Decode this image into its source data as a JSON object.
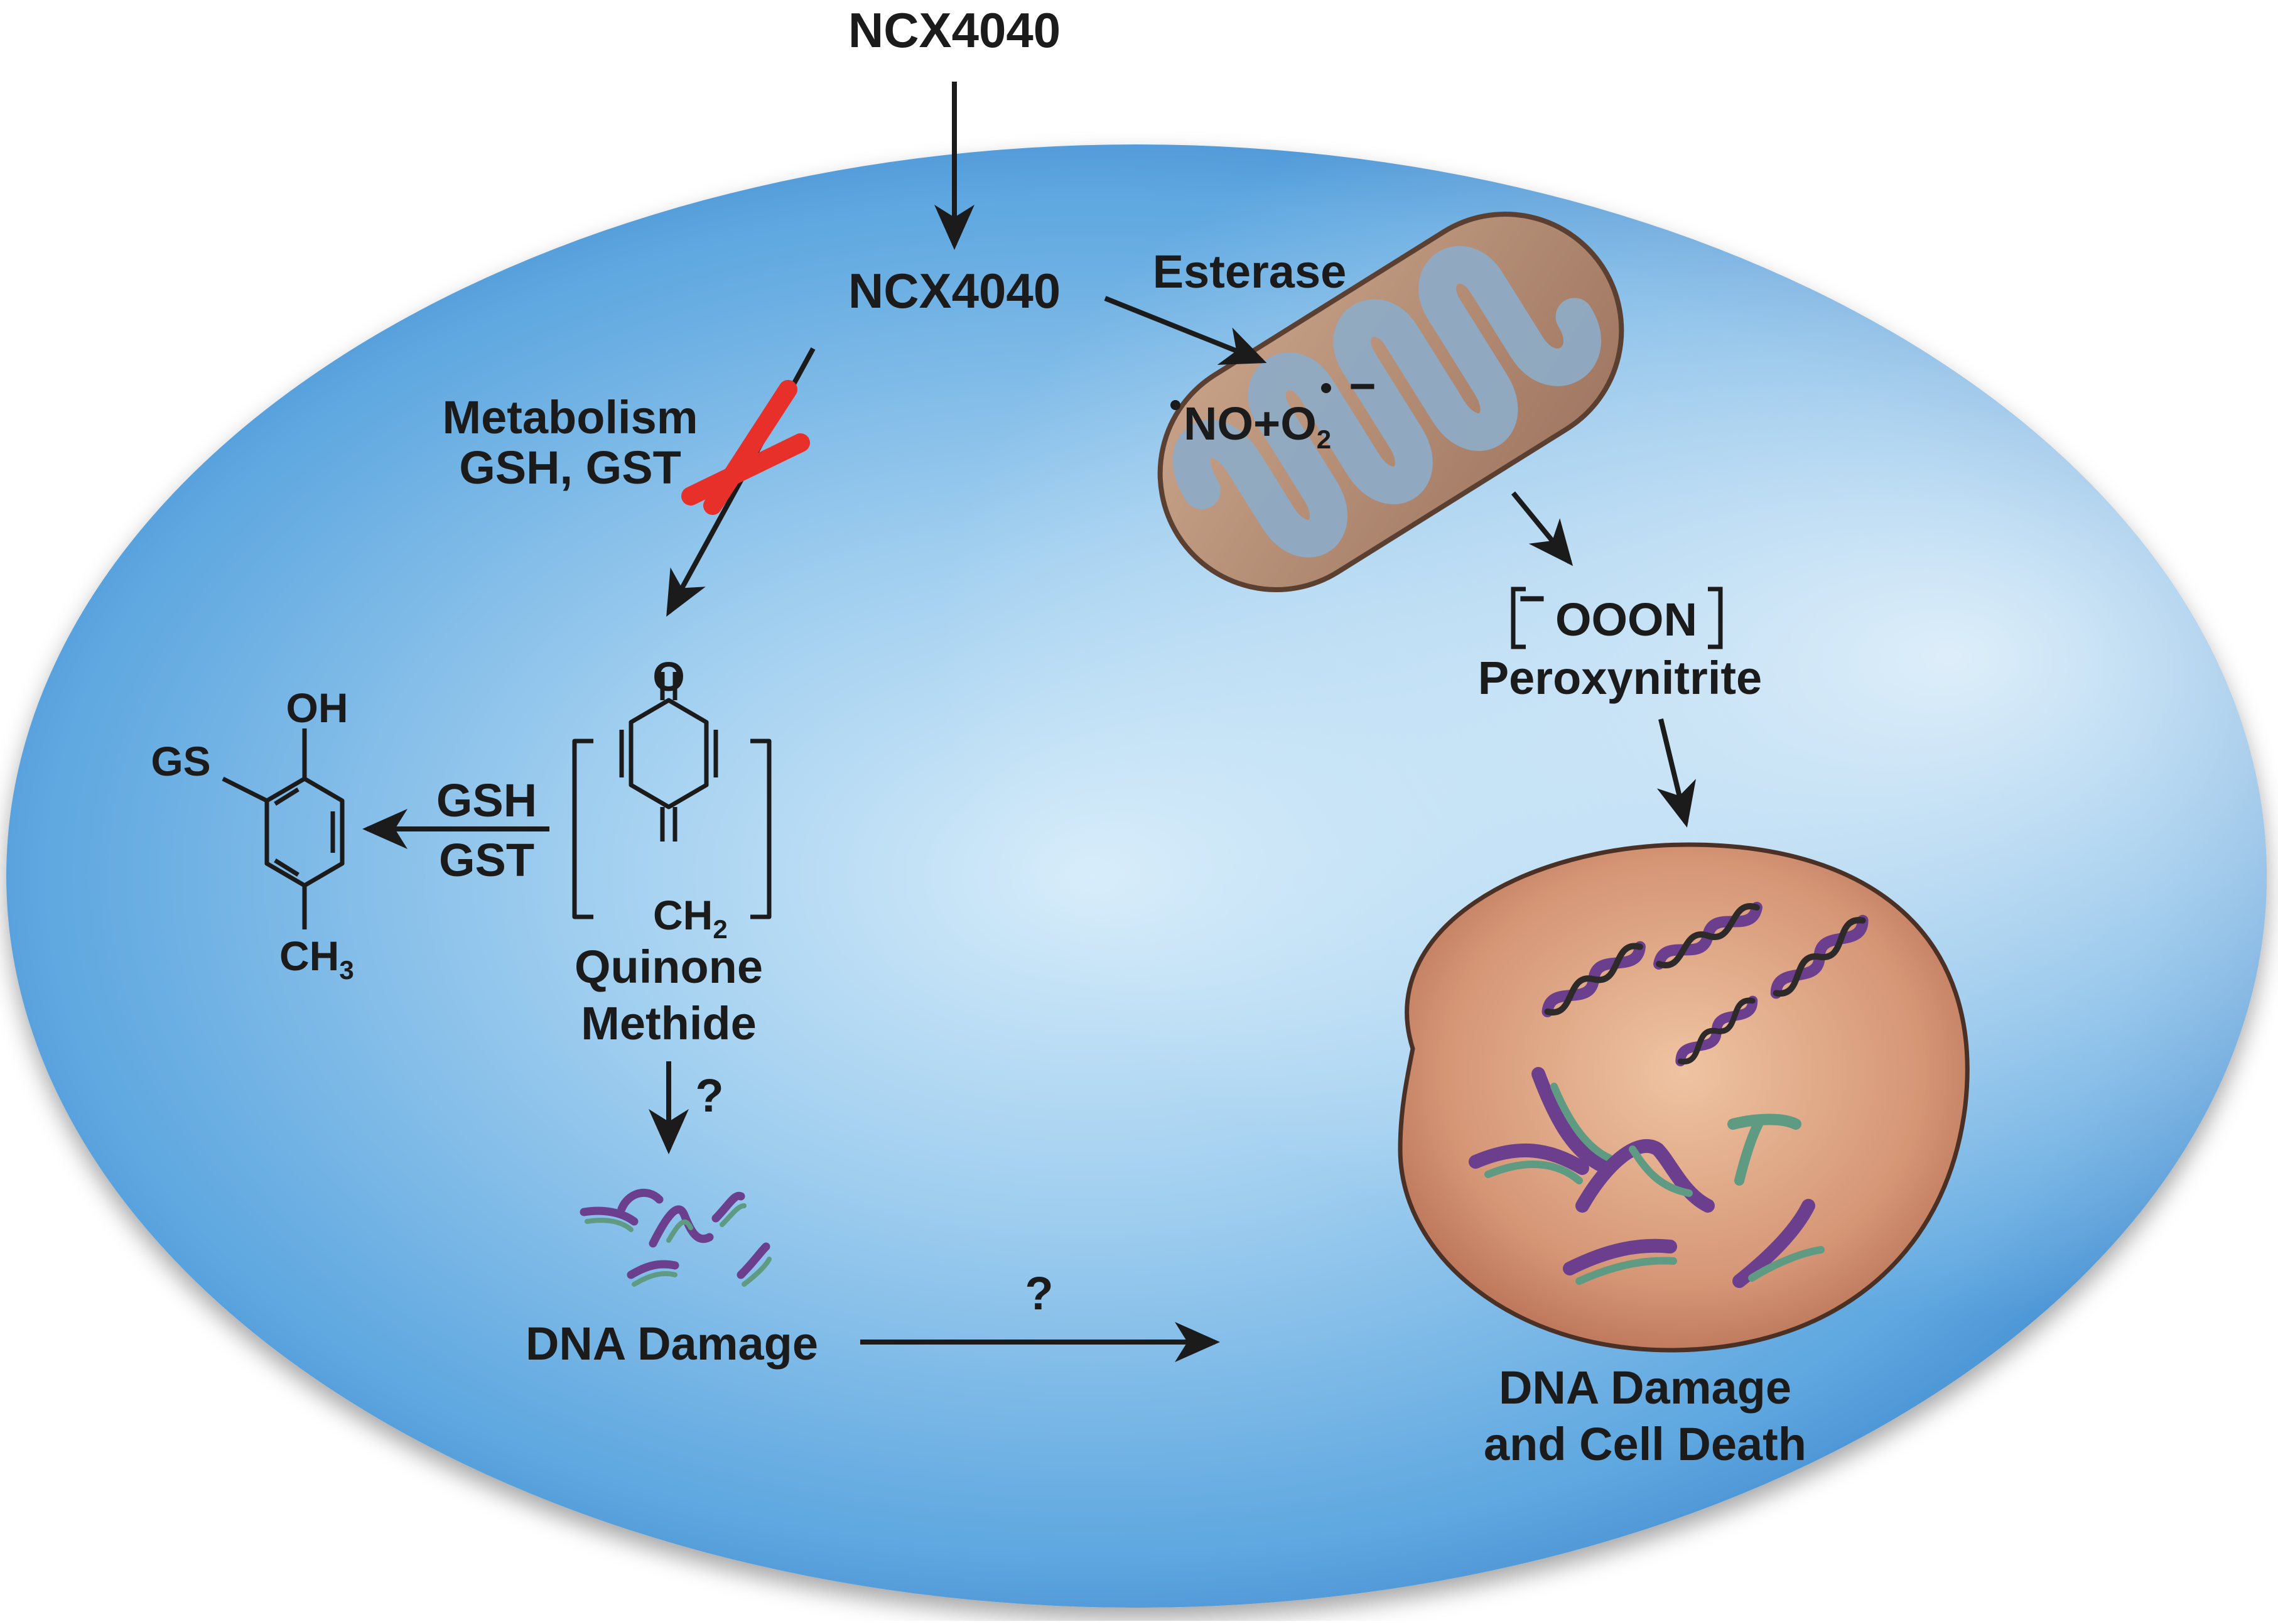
{
  "labels": {
    "drug_outside": "NCX4040",
    "drug_inside": "NCX4040",
    "esterase": "Esterase",
    "metabolism": "Metabolism",
    "gsh_gst": "GSH, GST",
    "no_radical": "NO",
    "plus": "+",
    "o2": "O",
    "o2_sub": "2",
    "charge_minus": "−",
    "peroxynitrite_formula": "OOON",
    "peroxynitrite": "Peroxynitrite",
    "quinone_line1": "Quinone",
    "quinone_line2": "Methide",
    "gsh": "GSH",
    "gst": "GST",
    "question_1": "?",
    "question_2": "?",
    "dna_damage": "DNA Damage",
    "cell_death_line1": "DNA Damage",
    "cell_death_line2": "and Cell Death"
  },
  "chemistry": {
    "quinone_o": "O",
    "quinone_ch": "CH",
    "quinone_ch_sub": "2",
    "conj_oh": "OH",
    "conj_gs": "GS",
    "conj_ch": "CH",
    "conj_ch_sub": "3"
  },
  "colors": {
    "cell": "#4a9ad8",
    "cell_highlight": "#cfe8f8",
    "mitochondrion": "#b88a70",
    "cristae": "#8eabc4",
    "nucleus": "#d49a7c",
    "inhibition_x": "#e8302a",
    "dna_purple": "#6b3f8e",
    "dna_green": "#5f9a82"
  }
}
